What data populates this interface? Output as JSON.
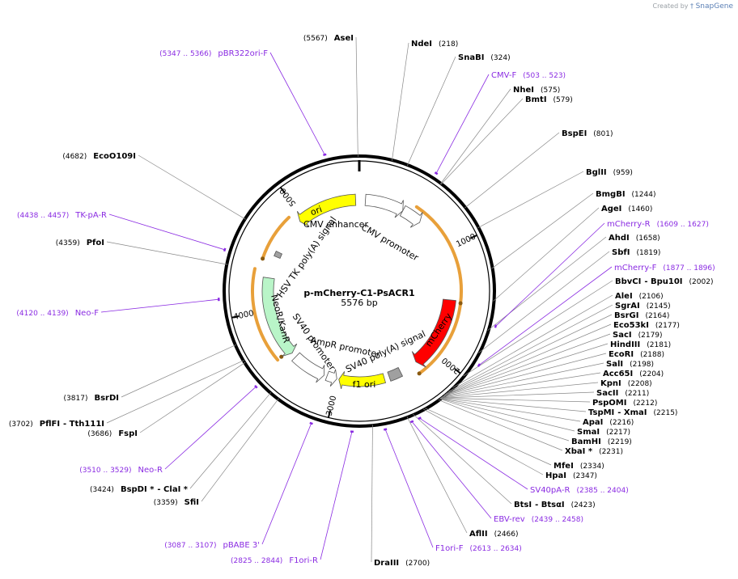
{
  "credit": {
    "prefix": "Created by",
    "brand": "SnapGene"
  },
  "plasmid": {
    "name": "p-mCherry-C1-PsACR1",
    "length_label": "5576 bp",
    "length": 5576
  },
  "ticks": [
    {
      "pos": 1000,
      "label": "1000"
    },
    {
      "pos": 2000,
      "label": "2000"
    },
    {
      "pos": 3000,
      "label": "3000"
    },
    {
      "pos": 4000,
      "label": "4000"
    },
    {
      "pos": 5000,
      "label": "5000"
    }
  ],
  "sites": [
    {
      "name": "AseI",
      "pos": "(5567)",
      "bp": 5567
    },
    {
      "name": "NdeI",
      "pos": "(218)",
      "bp": 218
    },
    {
      "name": "SnaBI",
      "pos": "(324)",
      "bp": 324
    },
    {
      "name": "NheI",
      "pos": "(575)",
      "bp": 575
    },
    {
      "name": "BmtI",
      "pos": "(579)",
      "bp": 579
    },
    {
      "name": "BspEI",
      "pos": "(801)",
      "bp": 801
    },
    {
      "name": "BglII",
      "pos": "(959)",
      "bp": 959
    },
    {
      "name": "BmgBI",
      "pos": "(1244)",
      "bp": 1244
    },
    {
      "name": "AgeI",
      "pos": "(1460)",
      "bp": 1460
    },
    {
      "name": "AhdI",
      "pos": "(1658)",
      "bp": 1658
    },
    {
      "name": "SbfI",
      "pos": "(1819)",
      "bp": 1819
    },
    {
      "name": "BbvCI",
      "name2": "Bpu10I",
      "pos": "(2002)",
      "bp": 2002
    },
    {
      "name": "AleI",
      "pos": "(2106)",
      "bp": 2106
    },
    {
      "name": "SgrAI",
      "pos": "(2145)",
      "bp": 2145
    },
    {
      "name": "BsrGI",
      "pos": "(2164)",
      "bp": 2164
    },
    {
      "name": "Eco53kI",
      "pos": "(2177)",
      "bp": 2177
    },
    {
      "name": "SacI",
      "pos": "(2179)",
      "bp": 2179
    },
    {
      "name": "HindIII",
      "pos": "(2181)",
      "bp": 2181
    },
    {
      "name": "EcoRI",
      "pos": "(2188)",
      "bp": 2188
    },
    {
      "name": "SalI",
      "pos": "(2198)",
      "bp": 2198
    },
    {
      "name": "Acc65I",
      "pos": "(2204)",
      "bp": 2204
    },
    {
      "name": "KpnI",
      "pos": "(2208)",
      "bp": 2208
    },
    {
      "name": "SacII",
      "pos": "(2211)",
      "bp": 2211
    },
    {
      "name": "PspOMI",
      "pos": "(2212)",
      "bp": 2212
    },
    {
      "name": "TspMI",
      "name2": "XmaI",
      "pos": "(2215)",
      "bp": 2215
    },
    {
      "name": "ApaI",
      "pos": "(2216)",
      "bp": 2216
    },
    {
      "name": "SmaI",
      "pos": "(2217)",
      "bp": 2217
    },
    {
      "name": "BamHI",
      "pos": "(2219)",
      "bp": 2219
    },
    {
      "name": "XbaI *",
      "pos": "(2231)",
      "bp": 2231
    },
    {
      "name": "MfeI",
      "pos": "(2334)",
      "bp": 2334
    },
    {
      "name": "HpaI",
      "pos": "(2347)",
      "bp": 2347
    },
    {
      "name": "BtsI",
      "name2": "BtsαI",
      "pos": "(2423)",
      "bp": 2423
    },
    {
      "name": "AflII",
      "pos": "(2466)",
      "bp": 2466
    },
    {
      "name": "DraIII",
      "pos": "(2700)",
      "bp": 2700
    },
    {
      "name": "SfiI",
      "pos": "(3359)",
      "bp": 3359
    },
    {
      "name": "BspDI *",
      "name2": "ClaI *",
      "pos": "(3424)",
      "bp": 3424
    },
    {
      "name": "FspI",
      "pos": "(3686)",
      "bp": 3686
    },
    {
      "name": "PflFI",
      "name2": "Tth111I",
      "pos": "(3702)",
      "bp": 3702
    },
    {
      "name": "BsrDI",
      "pos": "(3817)",
      "bp": 3817
    },
    {
      "name": "PfoI",
      "pos": "(4359)",
      "bp": 4359
    },
    {
      "name": "EcoO109I",
      "pos": "(4682)",
      "bp": 4682
    }
  ],
  "primers": [
    {
      "name": "pBR322ori-F",
      "range": "(5347 .. 5366)",
      "bp": 5356
    },
    {
      "name": "CMV-F",
      "range": "(503 .. 523)",
      "bp": 513
    },
    {
      "name": "mCherry-R",
      "range": "(1609 .. 1627)",
      "bp": 1618
    },
    {
      "name": "mCherry-F",
      "range": "(1877 .. 1896)",
      "bp": 1886
    },
    {
      "name": "SV40pA-R",
      "range": "(2385 .. 2404)",
      "bp": 2395
    },
    {
      "name": "EBV-rev",
      "range": "(2439 .. 2458)",
      "bp": 2448
    },
    {
      "name": "F1ori-F",
      "range": "(2613 .. 2634)",
      "bp": 2623
    },
    {
      "name": "F1ori-R",
      "range": "(2825 .. 2844)",
      "bp": 2834
    },
    {
      "name": "pBABE 3'",
      "range": "(3087 .. 3107)",
      "bp": 3097
    },
    {
      "name": "Neo-R",
      "range": "(3510 .. 3529)",
      "bp": 3519
    },
    {
      "name": "Neo-F",
      "range": "(4120 .. 4139)",
      "bp": 4130
    },
    {
      "name": "TK-pA-R",
      "range": "(4438 .. 4457)",
      "bp": 4447
    }
  ],
  "features": [
    {
      "name": "CMV enhancer",
      "start": 60,
      "end": 440,
      "color": "#ffffff",
      "dir": 1
    },
    {
      "name": "CMV promoter",
      "start": 440,
      "end": 640,
      "color": "#ffffff",
      "dir": 1
    },
    {
      "name": "mCherry",
      "start": 1480,
      "end": 2190,
      "color": "#ff0000",
      "dir": 1
    },
    {
      "name": "SV40 poly(A) signal",
      "start": 2370,
      "end": 2490,
      "color": "#a0a0a0",
      "dir": 0
    },
    {
      "name": "f1 ori",
      "start": 2540,
      "end": 2990,
      "color": "#ffff00",
      "dir": 1
    },
    {
      "name": "AmpR promoter",
      "start": 3010,
      "end": 3110,
      "color": "#ffffff",
      "dir": -1
    },
    {
      "name": "SV40 promoter",
      "start": 3140,
      "end": 3470,
      "color": "#ffffff",
      "dir": -1
    },
    {
      "name": "NeoR/KanR",
      "start": 3520,
      "end": 4310,
      "color": "#b9f5c8",
      "dir": -1
    },
    {
      "name": "HSV TK poly(A) signal",
      "start": 4530,
      "end": 4580,
      "color": "#a0a0a0",
      "dir": 0
    },
    {
      "name": "ori",
      "start": 4950,
      "end": 5540,
      "color": "#ffff00",
      "dir": -1
    }
  ],
  "orfs": [
    {
      "start": 1500,
      "end": 2230,
      "dir": 1
    },
    {
      "start": 3560,
      "end": 4370,
      "dir": -1
    },
    {
      "start": 4470,
      "end": 4900,
      "dir": -1
    },
    {
      "start": 530,
      "end": 1500,
      "dir": 1
    }
  ],
  "colors": {
    "primer": "#8a2be2",
    "orf": "#e8a03a",
    "backbone": "#000000",
    "green_arrow": "#2e8b2e"
  }
}
